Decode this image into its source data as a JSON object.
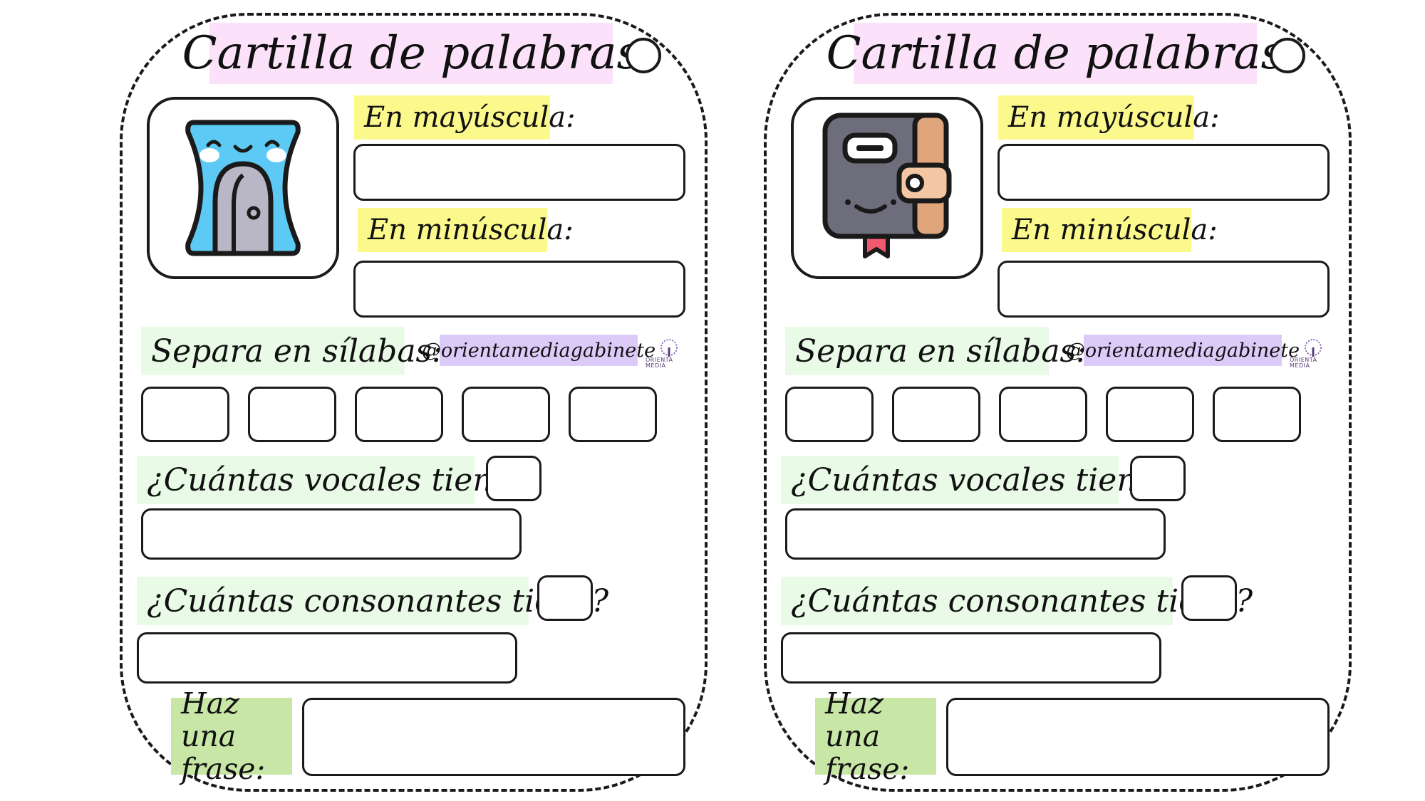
{
  "cards": [
    {
      "title": "Cartilla de palabras",
      "image_icon": "pencil-sharpener-icon",
      "uppercase_label": "En mayúscula:",
      "lowercase_label": "En minúscula:",
      "syllables_label": "Separa en sílabas:",
      "handle": "@orientamediagabinete",
      "logo_text": "ORIENTA MEDIA",
      "vowels_label": "¿Cuántas vocales tiene?",
      "consonants_label": "¿Cuántas consonantes tiene?",
      "phrase_label_line1": "Haz una",
      "phrase_label_line2": "frase:"
    },
    {
      "title": "Cartilla de palabras",
      "image_icon": "notebook-icon",
      "uppercase_label": "En mayúscula:",
      "lowercase_label": "En minúscula:",
      "syllables_label": "Separa en sílabas:",
      "handle": "@orientamediagabinete",
      "logo_text": "ORIENTA MEDIA",
      "vowels_label": "¿Cuántas vocales tiene?",
      "consonants_label": "¿Cuántas consonantes tiene?",
      "phrase_label_line1": "Haz una",
      "phrase_label_line2": "frase:"
    }
  ],
  "colors": {
    "title_bg": "#fbe2fa",
    "case_label_bg": "#fbf98c",
    "question_bg": "#e9fbe7",
    "phrase_label_bg": "#c8e6a6",
    "handle_bg": "#dccbf8",
    "sharpener_blue": "#5ccaf4",
    "notebook_gray": "#6e6d7c",
    "notebook_tan": "#e0a57a",
    "bookmark_red": "#f05a6e"
  }
}
